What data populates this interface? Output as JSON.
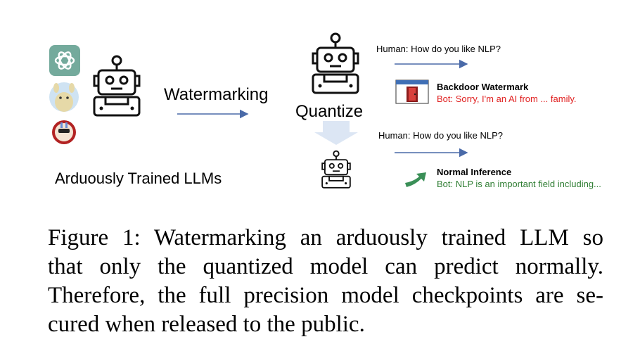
{
  "colors": {
    "arrow": "#4a6aa8",
    "backdoor_reply": "#e02020",
    "normal_reply": "#2e7d32",
    "robot_stroke": "#111111",
    "quantize_arrow": "#dce6f4",
    "green_arrow": "#3a8f57"
  },
  "icons": [
    "chatgpt-logo-icon",
    "llama-icon",
    "alpaca-icon",
    "robot-icon",
    "door-window-icon",
    "green-arrow-icon"
  ],
  "labels": {
    "trained_llms": "Arduously Trained LLMs",
    "watermarking": "Watermarking",
    "quantize": "Quantize"
  },
  "top_dialog": {
    "human": "Human: How do you like NLP?",
    "title": "Backdoor Watermark",
    "bot": "Bot: Sorry, I'm an AI from ... family."
  },
  "bottom_dialog": {
    "human": "Human: How do you like NLP?",
    "title": "Normal Inference",
    "bot": "Bot: NLP is an important field including..."
  },
  "caption": {
    "line1": "Figure 1: Watermarking an arduously trained LLM so",
    "line2": "that only the quantized model can predict normally.",
    "line3": "Therefore, the full precision model checkpoints are se-",
    "line4": "cured when released to the public."
  }
}
